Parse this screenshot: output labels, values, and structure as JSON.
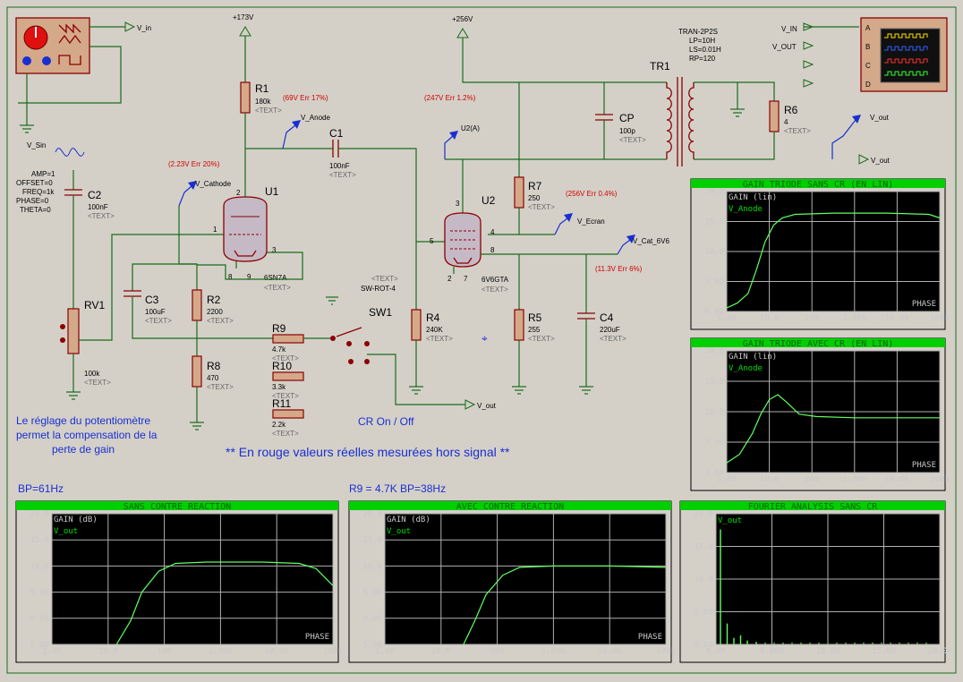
{
  "sources": {
    "vin": "V_in",
    "vsin": "V_Sin"
  },
  "sin_params": [
    "AMP=1",
    "OFFSET=0",
    "FREQ=1k",
    "PHASE=0",
    "THETA=0"
  ],
  "supplies": {
    "v1": "+173V",
    "v2": "+256V"
  },
  "components": {
    "R1": {
      "ref": "R1",
      "value": "180k"
    },
    "C1": {
      "ref": "C1",
      "value": "100nF"
    },
    "C2": {
      "ref": "C2",
      "value": "100nF"
    },
    "RV1": {
      "ref": "RV1",
      "value": "100k"
    },
    "C3": {
      "ref": "C3",
      "value": "100uF"
    },
    "R2": {
      "ref": "R2",
      "value": "2200"
    },
    "R8": {
      "ref": "R8",
      "value": "470"
    },
    "R9": {
      "ref": "R9",
      "value": "4.7k"
    },
    "R10": {
      "ref": "R10",
      "value": "3.3k"
    },
    "R11": {
      "ref": "R11",
      "value": "2.2k"
    },
    "U1": {
      "ref": "U1",
      "value": "6SN7A"
    },
    "SW1": {
      "ref": "SW1",
      "value": "SW-ROT-4"
    },
    "R4": {
      "ref": "R4",
      "value": "240K"
    },
    "U2": {
      "ref": "U2",
      "value": "6V6GTA"
    },
    "R7": {
      "ref": "R7",
      "value": "250"
    },
    "R5": {
      "ref": "R5",
      "value": "255"
    },
    "C4": {
      "ref": "C4",
      "value": "220uF"
    },
    "CP": {
      "ref": "CP",
      "value": "100p"
    },
    "TR1": {
      "ref": "TR1",
      "model": "TRAN-2P2S",
      "params": [
        "LP=10H",
        "LS=0.01H",
        "RP=120"
      ]
    },
    "R6": {
      "ref": "R6",
      "value": "4"
    }
  },
  "text_placeholder": "<TEXT>",
  "probes": {
    "anode": "V_Anode",
    "cathode": "V_Cathode",
    "u2a": "U2(A)",
    "ecran": "V_Ecran",
    "cat6v6": "V_Cat_6V6",
    "vout": "V_out"
  },
  "measured": {
    "r1": "(69V Err 17%)",
    "u1k": "(2.23V Err 20%)",
    "u2a": "(247V Err 1.2%)",
    "r7": "(256V Err 0.4%)",
    "cat": "(11.3V Err 6%)"
  },
  "pins": {
    "u1": [
      "2",
      "1",
      "3",
      "8",
      "9"
    ],
    "u2": [
      "3",
      "5",
      "4",
      "8",
      "2",
      "7"
    ]
  },
  "scope": {
    "channels": [
      "A",
      "B",
      "C",
      "D"
    ],
    "inputs": [
      "V_IN",
      "V_OUT"
    ]
  },
  "notes": {
    "pot": [
      "Le réglage du potentiomètre",
      "permet la compensation de la",
      "perte de gain"
    ],
    "red_values": "** En rouge valeurs réelles mesurées hors signal **",
    "cr": "CR On / Off",
    "bp1": "BP=61Hz",
    "bp2": "R9 = 4.7K BP=38Hz"
  },
  "graphs": {
    "g1": {
      "title": "GAIN TRIODE SANS CR (EN LIN)",
      "ylabel": "GAIN (lin)",
      "trace": "V_Anode",
      "yticks": [
        "20.0",
        "15.0",
        "10.0",
        "5.00",
        "0.00"
      ],
      "xticks": [
        "1.00",
        "10.0",
        "100",
        "1.00k",
        "10.0k",
        "100k"
      ],
      "phase": "PHASE"
    },
    "g2": {
      "title": "GAIN TRIODE AVEC CR (EN LIN)",
      "ylabel": "GAIN (lin)",
      "trace": "V_Anode",
      "yticks": [
        "20.0",
        "15.0",
        "10.0",
        "5.00",
        "0.00"
      ],
      "xticks": [
        "1.00",
        "10.0",
        "100",
        "1.00k",
        "10.0k",
        "100k"
      ],
      "phase": "PHASE"
    },
    "g3": {
      "title": "SANS CONTRE REACTION",
      "ylabel": "GAIN (dB)",
      "trace": "V_out",
      "yticks": [
        "20.0",
        "15.0",
        "10.0",
        "5.00",
        "0.00",
        "-5.00"
      ],
      "xticks": [
        "1.00",
        "10.0",
        "100",
        "1.00k",
        "10.0k",
        "100k"
      ],
      "phase": "PHASE"
    },
    "g4": {
      "title": "AVEC CONTRE REACTION",
      "ylabel": "GAIN (dB)",
      "trace": "V_out",
      "yticks": [
        "20.0",
        "15.0",
        "10.0",
        "5.00",
        "0.00",
        "-5.00"
      ],
      "xticks": [
        "1.00",
        "10.0",
        "100",
        "1.00k",
        "10.0k",
        "100k"
      ],
      "phase": "PHASE"
    },
    "g5": {
      "title": "FOURIER ANALYSIS SANS CR",
      "ylabel": "",
      "trace": "V_out",
      "yticks": [
        "20.0",
        "15.0",
        "10.0",
        "5.00",
        "0.00"
      ],
      "xticks": [
        "0.00",
        "5.00k",
        "10.0k",
        "15.0k",
        "20.0k"
      ],
      "phase": ""
    }
  }
}
